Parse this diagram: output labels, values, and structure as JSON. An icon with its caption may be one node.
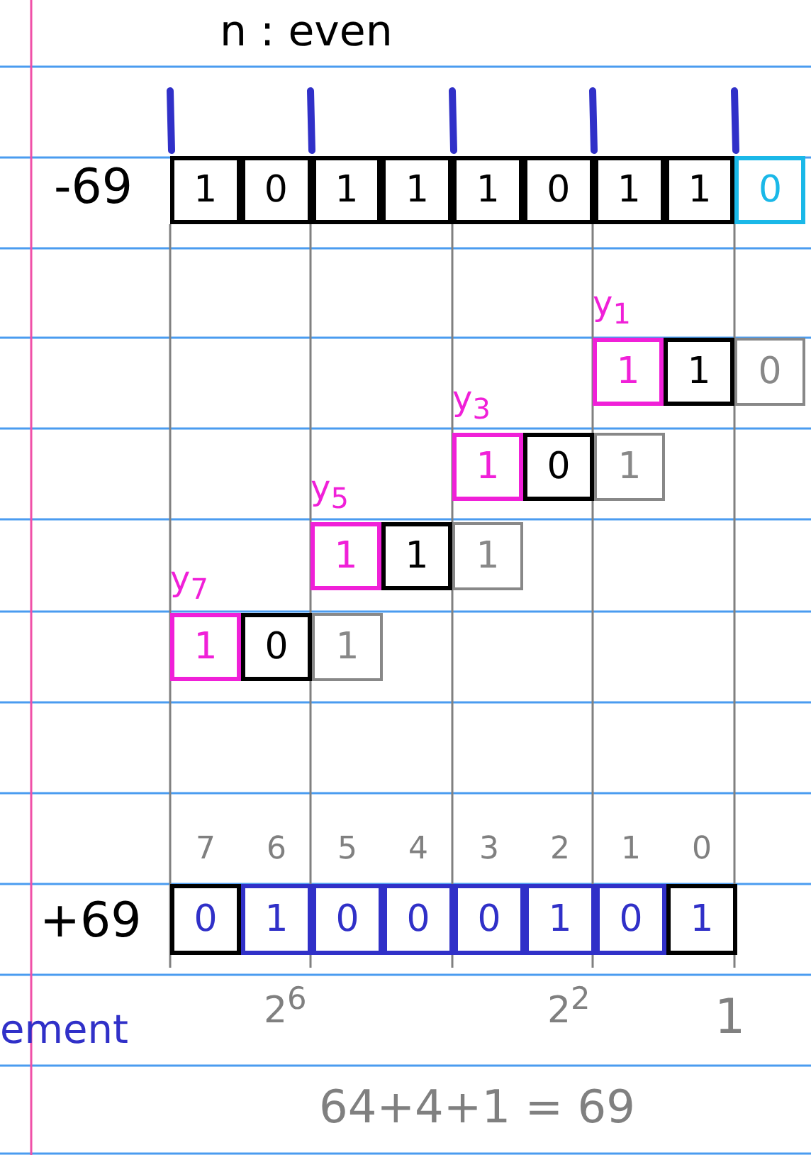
{
  "diagram": {
    "labels": [
      "n : even",
      "-69",
      "1",
      "0",
      "1",
      "1",
      "1",
      "0",
      "1",
      "1",
      "0",
      "y$_{1}$",
      "1",
      "1",
      "0",
      "y$_{3}$",
      "1",
      "0",
      "1",
      "y$_{5}$",
      "1",
      "1",
      "1",
      "y$_{7}$",
      "1",
      "0",
      "1",
      "7",
      "6",
      "5",
      "4",
      "3",
      "2",
      "1",
      "0",
      "+69",
      "0",
      "1",
      "0",
      "0",
      "0",
      "1",
      "0",
      "1",
      "ement",
      "2$^{6}$",
      "2$^{2}$",
      "1",
      "64+4+1 = 69"
    ]
  }
}
